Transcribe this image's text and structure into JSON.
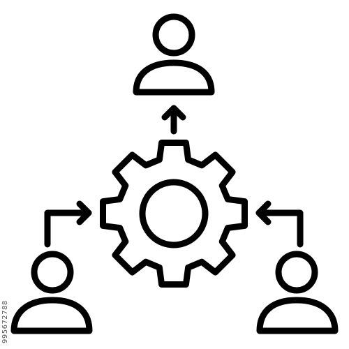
{
  "icon": {
    "stroke_color": "#000000",
    "background_color": "#ffffff",
    "elements": [
      "gear-icon",
      "user-icon-top",
      "user-icon-left",
      "user-icon-right",
      "arrow-up-icon",
      "arrow-right-icon",
      "arrow-left-icon"
    ]
  },
  "watermark": {
    "id_text": "995672788"
  }
}
